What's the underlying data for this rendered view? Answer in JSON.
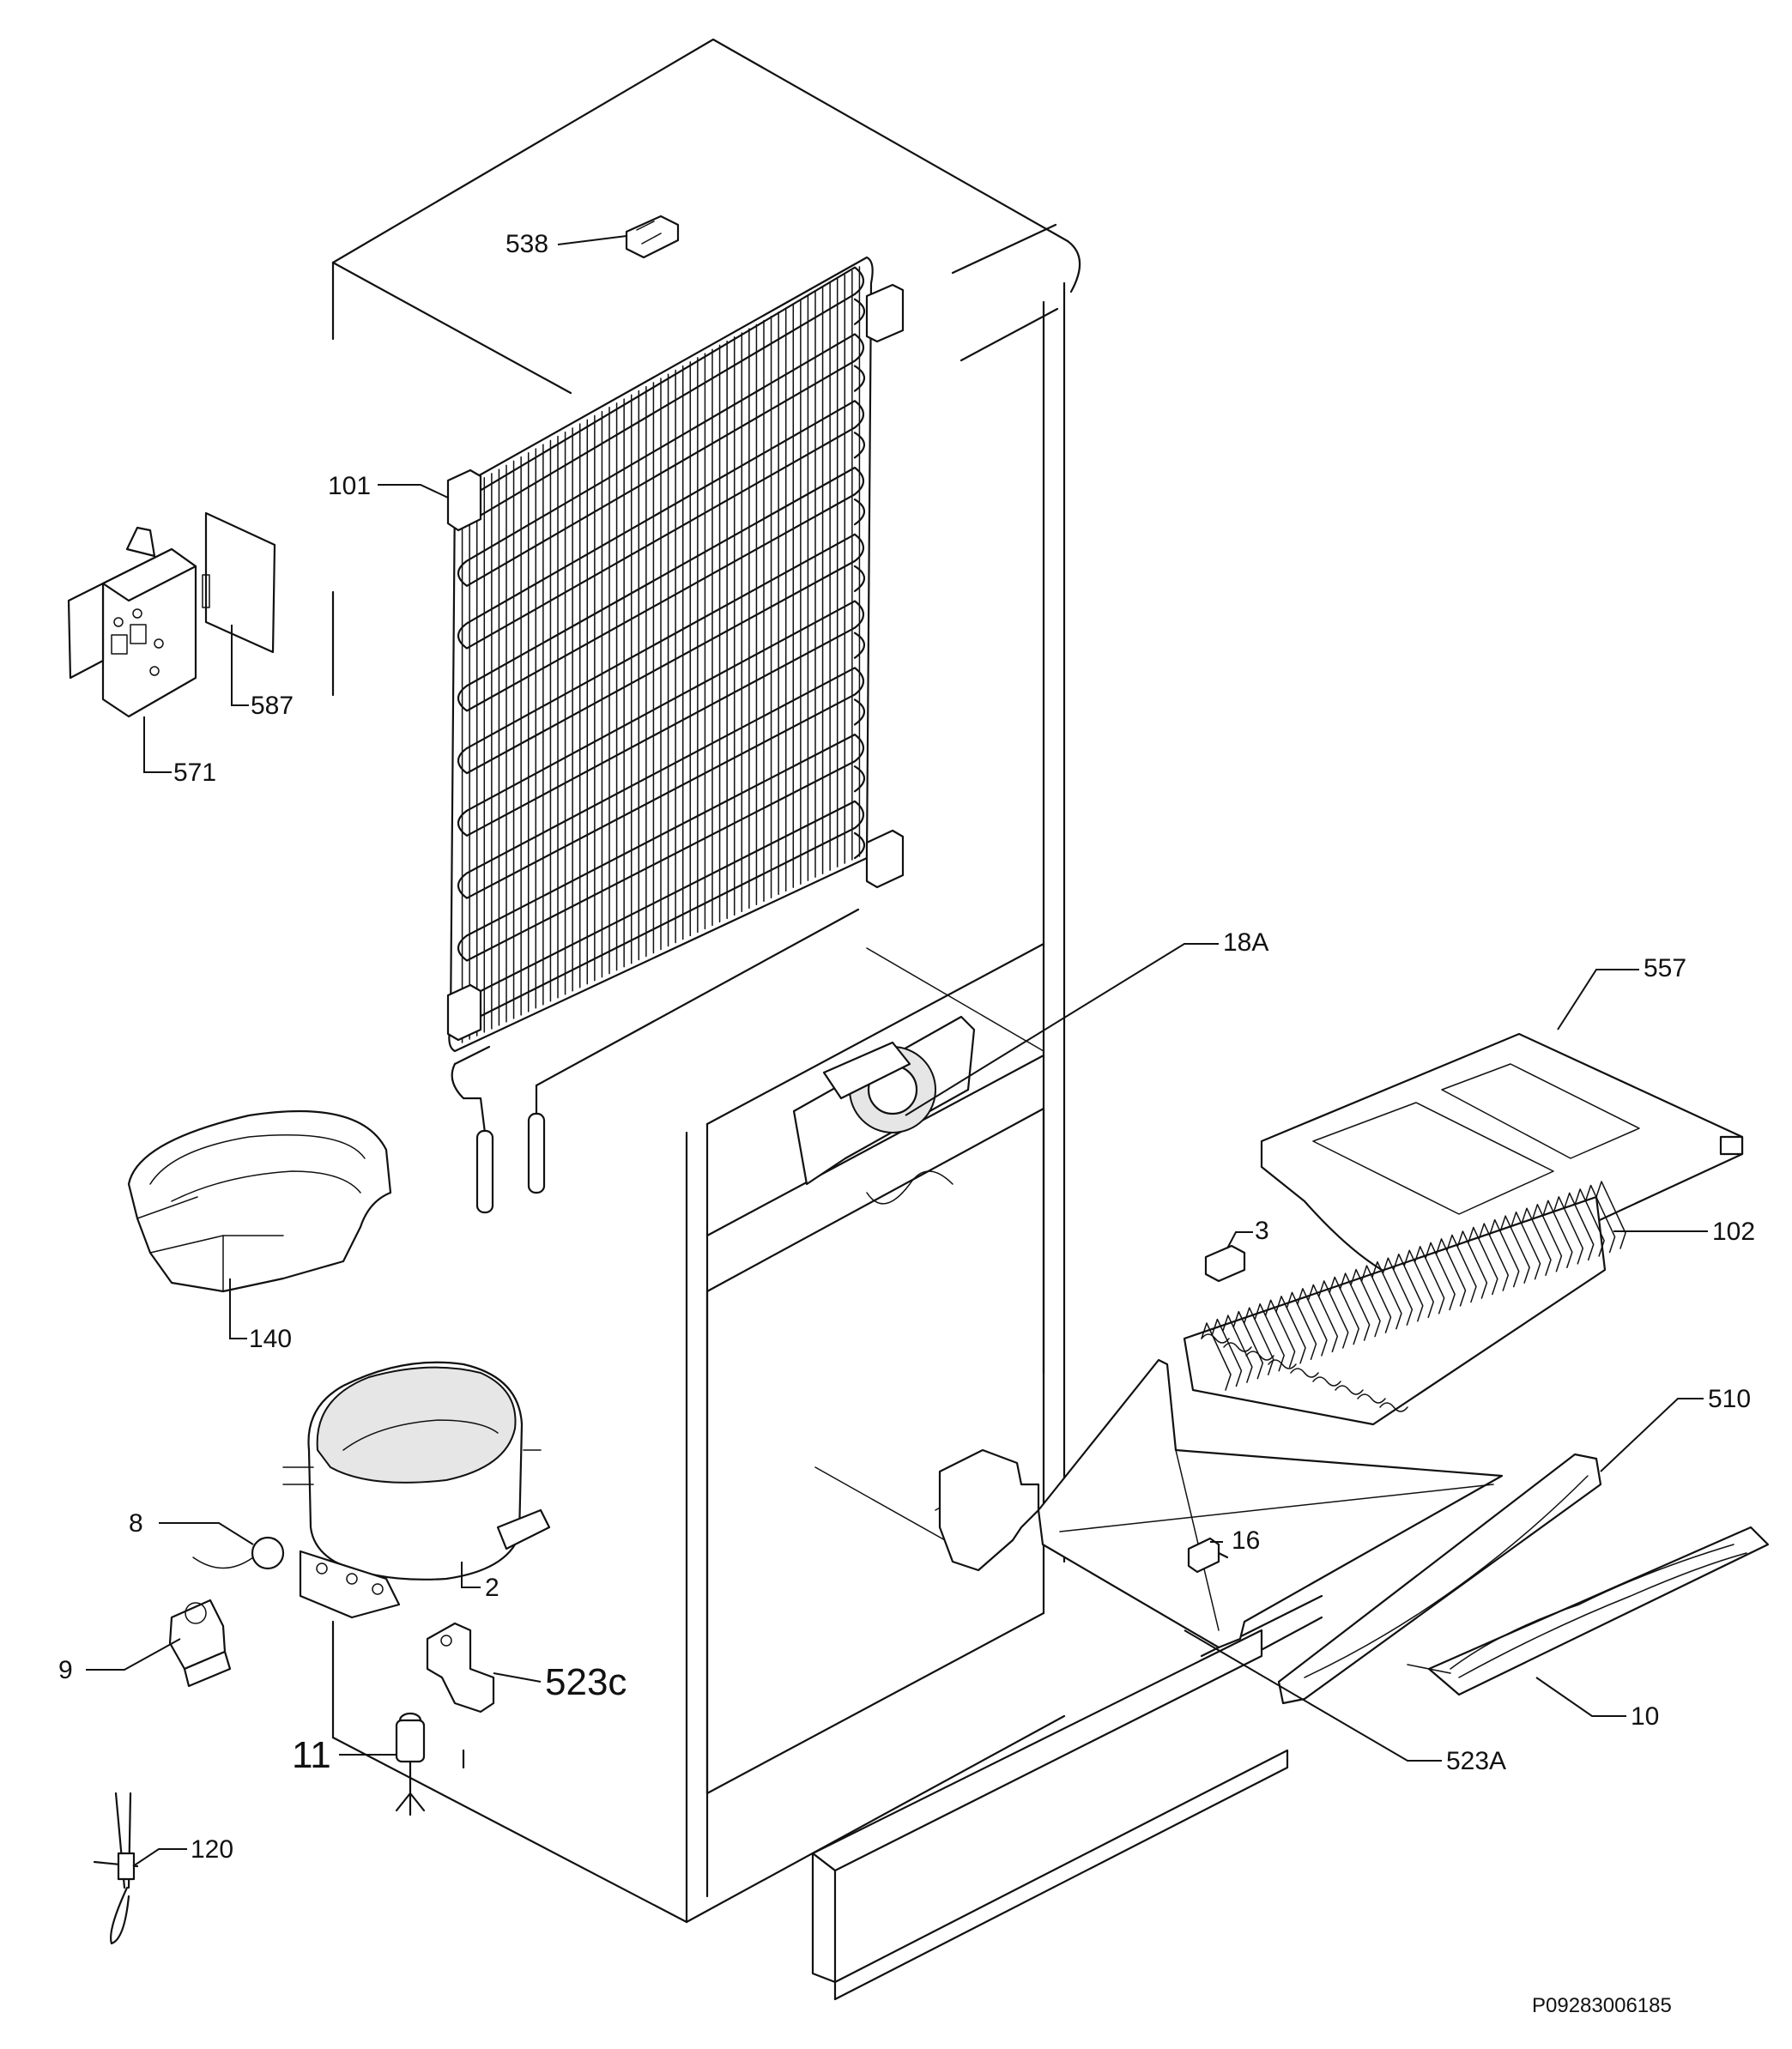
{
  "labels": {
    "p538": "538",
    "p101": "101",
    "p571": "571",
    "p587": "587",
    "p140": "140",
    "p8": "8",
    "p9": "9",
    "p2": "2",
    "p11": "11",
    "p523c": "523c",
    "p120": "120",
    "p18A": "18A",
    "p557": "557",
    "p3": "3",
    "p102": "102",
    "p510": "510",
    "p16": "16",
    "p10": "10",
    "p523A": "523A"
  },
  "document_id": "P09283006185"
}
